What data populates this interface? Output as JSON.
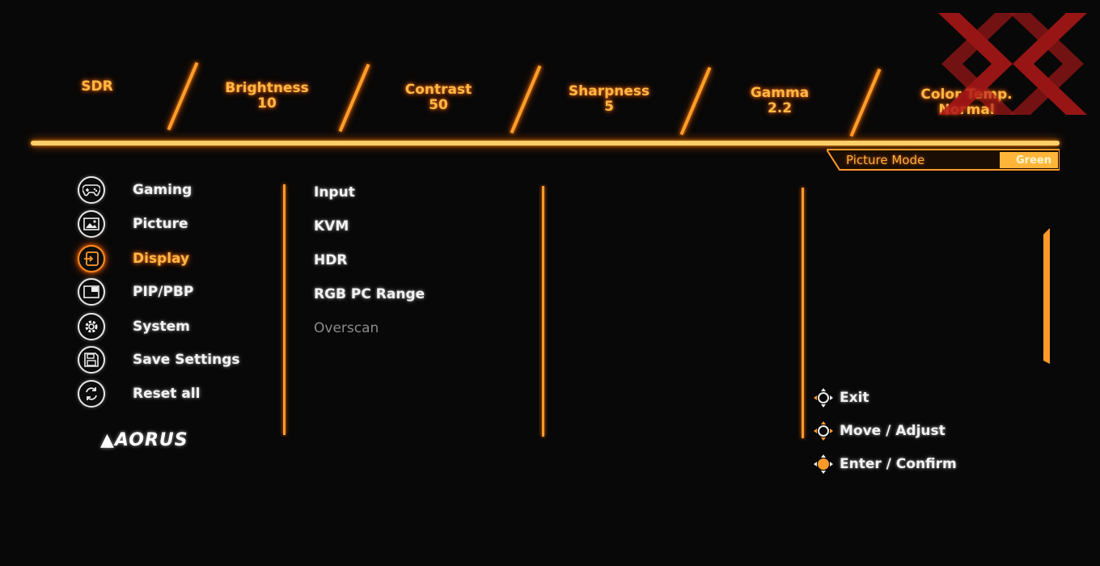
{
  "stats": [
    {
      "label": "SDR",
      "value": ""
    },
    {
      "label": "Brightness",
      "value": "10"
    },
    {
      "label": "Contrast",
      "value": "50"
    },
    {
      "label": "Sharpness",
      "value": "5"
    },
    {
      "label": "Gamma",
      "value": "2.2"
    },
    {
      "label": "Color Temp.",
      "value": "Normal"
    }
  ],
  "picture_mode": {
    "label": "Picture Mode",
    "value": "Green"
  },
  "menu": [
    {
      "label": "Gaming",
      "icon": "gamepad-icon",
      "active": false
    },
    {
      "label": "Picture",
      "icon": "picture-icon",
      "active": false
    },
    {
      "label": "Display",
      "icon": "display-input-icon",
      "active": true
    },
    {
      "label": "PIP/PBP",
      "icon": "pip-icon",
      "active": false
    },
    {
      "label": "System",
      "icon": "gear-icon",
      "active": false
    },
    {
      "label": "Save Settings",
      "icon": "save-icon",
      "active": false
    },
    {
      "label": "Reset all",
      "icon": "reset-icon",
      "active": false
    }
  ],
  "submenu": [
    {
      "label": "Input",
      "enabled": true
    },
    {
      "label": "KVM",
      "enabled": true
    },
    {
      "label": "HDR",
      "enabled": true
    },
    {
      "label": "RGB PC Range",
      "enabled": true
    },
    {
      "label": "Overscan",
      "enabled": false
    }
  ],
  "hints": [
    {
      "label": "Exit",
      "icon": "joystick-left-icon"
    },
    {
      "label": "Move  / Adjust",
      "icon": "joystick-move-icon"
    },
    {
      "label": "Enter  / Confirm",
      "icon": "joystick-press-icon"
    }
  ],
  "brand": {
    "logo_text": "AORUS"
  },
  "colors": {
    "accent": "#ff9a2a",
    "text": "#f2f2f2",
    "disabled": "#8a8a8a",
    "watermark": "#b01818"
  }
}
